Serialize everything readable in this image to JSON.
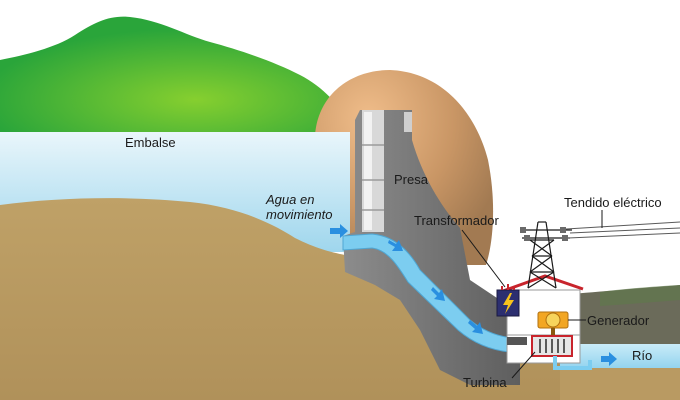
{
  "labels": {
    "reservoir": "Embalse",
    "water_motion_line1": "Agua en",
    "water_motion_line2": "movimiento",
    "dam": "Presa",
    "transformer": "Transformador",
    "power_line": "Tendido eléctrico",
    "generator": "Generador",
    "river": "Río",
    "turbine": "Turbina"
  },
  "icons": {
    "transformer": "lightning-bolt-icon",
    "flow": "arrow-right-icon"
  },
  "colors": {
    "hill_green": "#3fb33a",
    "dam_rock": "#c99a6a",
    "earth": "#b99a62",
    "water": "#a8dbef",
    "concrete": "#6e6e6e",
    "flow_arrows": "#2a8fe0",
    "pipe": "#7ccdf0",
    "powerhouse_roof": "#c8242c",
    "transformer_box": "#2c2f70"
  }
}
